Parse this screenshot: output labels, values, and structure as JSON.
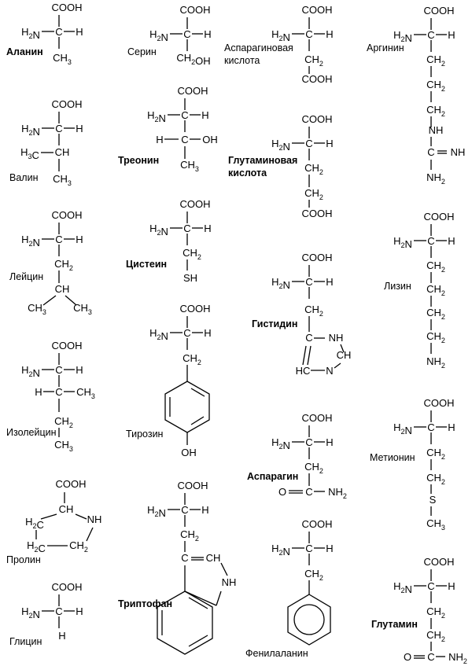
{
  "molecules": [
    {
      "id": "alanine",
      "name": "Аланин",
      "name_bold": true,
      "atoms": [
        {
          "t": "COOH"
        },
        {
          "t": "H2N"
        },
        {
          "t": "C"
        },
        {
          "t": "H"
        },
        {
          "t": "CH3"
        }
      ]
    },
    {
      "id": "valine",
      "name": "Валин",
      "atoms": [
        {
          "t": "COOH"
        },
        {
          "t": "H2N"
        },
        {
          "t": "C"
        },
        {
          "t": "H"
        },
        {
          "t": "H3C"
        },
        {
          "t": "CH"
        },
        {
          "t": "CH3"
        }
      ]
    },
    {
      "id": "leucine",
      "name": "Лейцин",
      "atoms": [
        {
          "t": "COOH"
        },
        {
          "t": "H2N"
        },
        {
          "t": "C"
        },
        {
          "t": "H"
        },
        {
          "t": "CH2"
        },
        {
          "t": "CH"
        },
        {
          "t": "CH3"
        },
        {
          "t": "CH3"
        }
      ]
    },
    {
      "id": "isoleucine",
      "name": "Изолейцин",
      "atoms": [
        {
          "t": "COOH"
        },
        {
          "t": "H2N"
        },
        {
          "t": "C"
        },
        {
          "t": "H"
        },
        {
          "t": "H"
        },
        {
          "t": "C"
        },
        {
          "t": "CH3"
        },
        {
          "t": "CH2"
        },
        {
          "t": "CH3"
        }
      ]
    },
    {
      "id": "proline",
      "name": "Пролин",
      "atoms": [
        {
          "t": "COOH"
        },
        {
          "t": "CH"
        },
        {
          "t": "H2C"
        },
        {
          "t": "NH"
        },
        {
          "t": "H2C"
        },
        {
          "t": "CH2"
        }
      ]
    },
    {
      "id": "glycine",
      "name": "Глицин",
      "atoms": [
        {
          "t": "COOH"
        },
        {
          "t": "H2N"
        },
        {
          "t": "C"
        },
        {
          "t": "H"
        },
        {
          "t": "H"
        }
      ]
    },
    {
      "id": "serine",
      "name": "Серин",
      "atoms": [
        {
          "t": "COOH"
        },
        {
          "t": "H2N"
        },
        {
          "t": "C"
        },
        {
          "t": "H"
        },
        {
          "t": "CH2OH"
        }
      ]
    },
    {
      "id": "threonine",
      "name": "Треонин",
      "atoms": [
        {
          "t": "COOH"
        },
        {
          "t": "H2N"
        },
        {
          "t": "C"
        },
        {
          "t": "H"
        },
        {
          "t": "H"
        },
        {
          "t": "C"
        },
        {
          "t": "OH"
        },
        {
          "t": "CH3"
        }
      ]
    },
    {
      "id": "cysteine",
      "name": "Цистеин",
      "atoms": [
        {
          "t": "COOH"
        },
        {
          "t": "H2N"
        },
        {
          "t": "C"
        },
        {
          "t": "H"
        },
        {
          "t": "CH2"
        },
        {
          "t": "SH"
        }
      ]
    },
    {
      "id": "tyrosine",
      "name": "Тирозин",
      "atoms": [
        {
          "t": "COOH"
        },
        {
          "t": "H2N"
        },
        {
          "t": "C"
        },
        {
          "t": "H"
        },
        {
          "t": "CH2"
        },
        {
          "t": "OH"
        }
      ]
    },
    {
      "id": "tryptophan",
      "name": "Триптофан",
      "atoms": [
        {
          "t": "COOH"
        },
        {
          "t": "H2N"
        },
        {
          "t": "C"
        },
        {
          "t": "H"
        },
        {
          "t": "CH2"
        },
        {
          "t": "C"
        },
        {
          "t": "CH"
        },
        {
          "t": "NH"
        }
      ]
    },
    {
      "id": "aspartic",
      "name": "Аспарагиновая",
      "name2": "кислота",
      "atoms": [
        {
          "t": "COOH"
        },
        {
          "t": "H2N"
        },
        {
          "t": "C"
        },
        {
          "t": "H"
        },
        {
          "t": "CH2"
        },
        {
          "t": "COOH"
        }
      ]
    },
    {
      "id": "glutamic",
      "name": "Глутаминовая",
      "name2": "кислота",
      "atoms": [
        {
          "t": "COOH"
        },
        {
          "t": "H2N"
        },
        {
          "t": "C"
        },
        {
          "t": "H"
        },
        {
          "t": "CH2"
        },
        {
          "t": "CH2"
        },
        {
          "t": "COOH"
        }
      ]
    },
    {
      "id": "histidine",
      "name": "Гистидин",
      "atoms": [
        {
          "t": "COOH"
        },
        {
          "t": "H2N"
        },
        {
          "t": "C"
        },
        {
          "t": "H"
        },
        {
          "t": "CH2"
        },
        {
          "t": "C"
        },
        {
          "t": "NH"
        },
        {
          "t": "CH"
        },
        {
          "t": "HC"
        },
        {
          "t": "N"
        }
      ]
    },
    {
      "id": "asparagine",
      "name": "Аспарагин",
      "atoms": [
        {
          "t": "COOH"
        },
        {
          "t": "H2N"
        },
        {
          "t": "C"
        },
        {
          "t": "H"
        },
        {
          "t": "CH2"
        },
        {
          "t": "O"
        },
        {
          "t": "C"
        },
        {
          "t": "NH2"
        }
      ]
    },
    {
      "id": "phenylalanine",
      "name": "Фенилаланин",
      "atoms": [
        {
          "t": "COOH"
        },
        {
          "t": "H2N"
        },
        {
          "t": "C"
        },
        {
          "t": "H"
        },
        {
          "t": "CH2"
        }
      ]
    },
    {
      "id": "arginine",
      "name": "Аргинин",
      "atoms": [
        {
          "t": "COOH"
        },
        {
          "t": "H2N"
        },
        {
          "t": "C"
        },
        {
          "t": "H"
        },
        {
          "t": "CH2"
        },
        {
          "t": "CH2"
        },
        {
          "t": "CH2"
        },
        {
          "t": "NH"
        },
        {
          "t": "C"
        },
        {
          "t": "NH"
        },
        {
          "t": "NH2"
        }
      ]
    },
    {
      "id": "lysine",
      "name": "Лизин",
      "atoms": [
        {
          "t": "COOH"
        },
        {
          "t": "H2N"
        },
        {
          "t": "C"
        },
        {
          "t": "H"
        },
        {
          "t": "CH2"
        },
        {
          "t": "CH2"
        },
        {
          "t": "CH2"
        },
        {
          "t": "CH2"
        },
        {
          "t": "NH2"
        }
      ]
    },
    {
      "id": "methionine",
      "name": "Метионин",
      "atoms": [
        {
          "t": "COOH"
        },
        {
          "t": "H2N"
        },
        {
          "t": "C"
        },
        {
          "t": "H"
        },
        {
          "t": "CH2"
        },
        {
          "t": "CH2"
        },
        {
          "t": "S"
        },
        {
          "t": "CH3"
        }
      ]
    },
    {
      "id": "glutamine",
      "name": "Глутамин",
      "atoms": [
        {
          "t": "COOH"
        },
        {
          "t": "H2N"
        },
        {
          "t": "C"
        },
        {
          "t": "H"
        },
        {
          "t": "CH2"
        },
        {
          "t": "CH2"
        },
        {
          "t": "O"
        },
        {
          "t": "C"
        },
        {
          "t": "NH2"
        }
      ]
    }
  ]
}
